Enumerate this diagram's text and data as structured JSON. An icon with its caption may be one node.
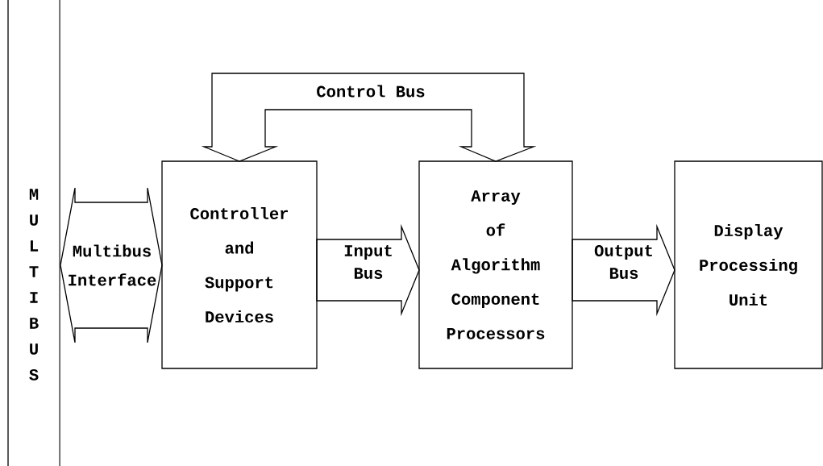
{
  "diagram": {
    "nodes": [
      {
        "text": [
          "M U L T I B U S"
        ]
      },
      {
        "text": [
          "Controller and Support Devices"
        ]
      },
      {
        "text": [
          "Array of Algorithm Component Processors"
        ]
      },
      {
        "text": [
          "Display Processing Unit"
        ]
      }
    ],
    "edges": [
      {
        "from": 0,
        "to": 1,
        "arrow": "both",
        "label": "Multibus Interface"
      },
      {
        "from": 1,
        "to": 2,
        "arrow": "to",
        "label": "Input Bus"
      },
      {
        "from": 2,
        "to": 3,
        "arrow": "to",
        "label": "Output Bus"
      },
      {
        "from": 1,
        "to": 2,
        "arrow": "both",
        "label": "Control Bus"
      }
    ]
  }
}
